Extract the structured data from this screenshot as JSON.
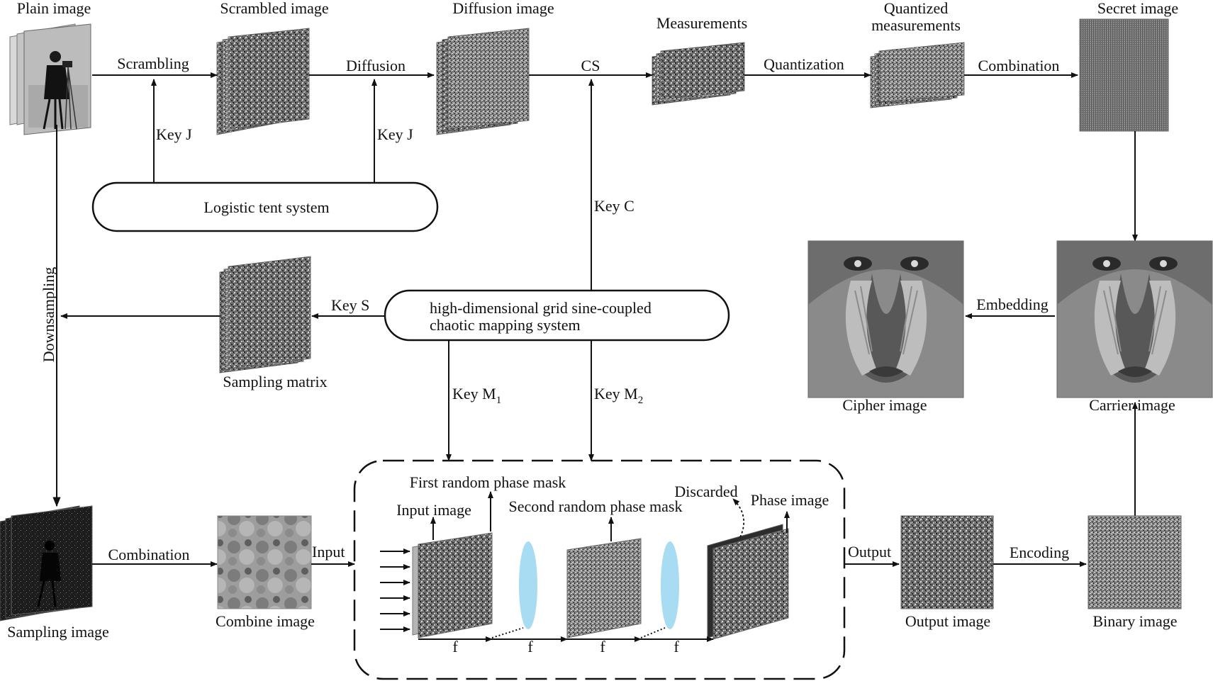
{
  "labels": {
    "plain_image": "Plain image",
    "scrambled_image": "Scrambled image",
    "diffusion_image": "Diffusion image",
    "measurements": "Measurements",
    "quantized_line1": "Quantized",
    "quantized_line2": "measurements",
    "secret_image": "Secret image",
    "scrambling": "Scrambling",
    "diffusion": "Diffusion",
    "cs": "CS",
    "quantization": "Quantization",
    "combination_top": "Combination",
    "key_j_1": "Key J",
    "key_j_2": "Key J",
    "logistic_tent": "Logistic tent system",
    "key_c": "Key C",
    "downsampling": "Downsampling",
    "key_s": "Key  S",
    "chaotic_line1": "high-dimensional grid sine-coupled",
    "chaotic_line2": "chaotic mapping system",
    "sampling_matrix": "Sampling matrix",
    "cipher_image": "Cipher image",
    "carrier_image": "Carrier image",
    "embedding": "Embedding",
    "key_m1": "Key M",
    "key_m1_sub": "1",
    "key_m2": "Key M",
    "key_m2_sub": "2",
    "first_mask": "First random phase mask",
    "second_mask": "Second random phase mask",
    "input_image": "Input image",
    "discarded": "Discarded",
    "phase_image": "Phase image",
    "input": "Input",
    "output": "Output",
    "encoding": "Encoding",
    "combination_bottom": "Combination",
    "sampling_image": "Sampling image",
    "combine_image": "Combine image",
    "output_image": "Output image",
    "binary_image": "Binary image",
    "f1": "f",
    "f2": "f",
    "f3": "f",
    "f4": "f"
  },
  "colors": {
    "lens": "#a8dcf2",
    "line": "#111111",
    "noise_dark": "#3c3c3c",
    "noise_light": "#9a9a9a",
    "baboon_face": "#8a8a8a",
    "baboon_nose": "#bdbdbd"
  },
  "icons": {
    "plain_image": "cameraman-photo",
    "cipher_image": "baboon-photo",
    "carrier_image": "baboon-photo",
    "lens": "optical-lens"
  }
}
